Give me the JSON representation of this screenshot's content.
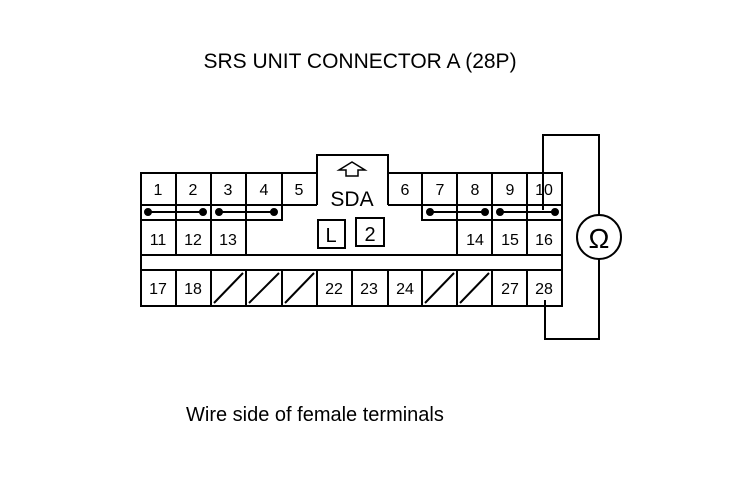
{
  "title": "SRS UNIT CONNECTOR A (28P)",
  "caption": "Wire side of female terminals",
  "connector": {
    "label": "SDA",
    "keys": [
      "L",
      "2"
    ],
    "row1": [
      "1",
      "2",
      "3",
      "4",
      "5",
      "6",
      "7",
      "8",
      "9",
      "10"
    ],
    "row2": [
      "11",
      "12",
      "13",
      "14",
      "15",
      "16"
    ],
    "row3": [
      "17",
      "18",
      "22",
      "23",
      "24",
      "27",
      "28"
    ]
  },
  "meter": {
    "symbol": "Ω"
  }
}
